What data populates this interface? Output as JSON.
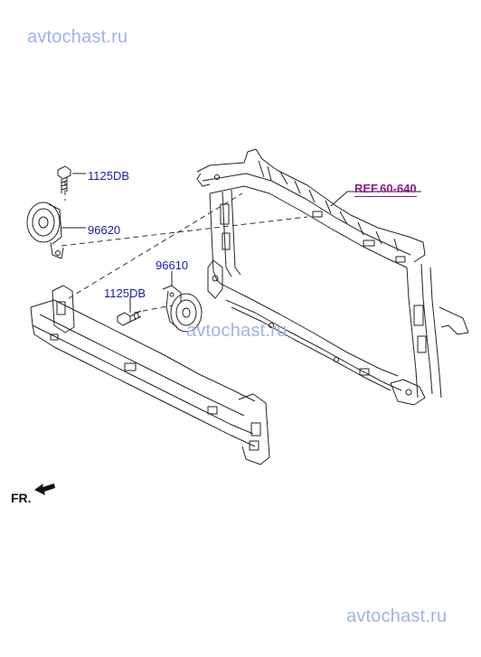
{
  "watermarks": {
    "top": "avtochast.ru",
    "middle": "avtochast.ru",
    "bottom": "avtochast.ru"
  },
  "labels": {
    "bolt_upper": "1125DB",
    "horn_low": "96620",
    "horn_high": "96610",
    "bolt_lower": "1125DB",
    "reference": "REF.60-640"
  },
  "direction": {
    "label": "FR."
  },
  "colors": {
    "part_label": "#1a1aa8",
    "reference_label": "#8a1a8a",
    "watermark": "#9fb3e8",
    "line": "#222222"
  }
}
